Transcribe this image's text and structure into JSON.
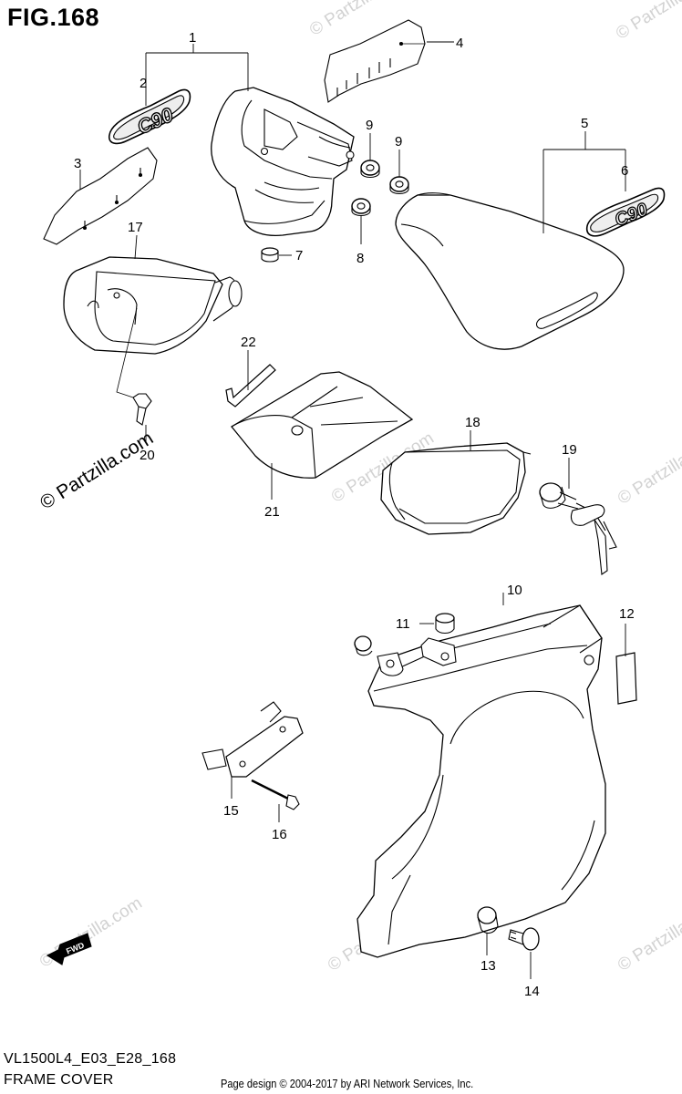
{
  "figure": {
    "title": "FIG.168",
    "model_code": "VL1500L4_E03_E28_168",
    "name": "FRAME COVER",
    "copyright": "Page design © 2004-2017 by ARI Network Services, Inc."
  },
  "watermark": {
    "text": "© Partzilla.com"
  },
  "fwd_label": "FWD",
  "badge_text": "C90",
  "callouts": [
    "1",
    "2",
    "3",
    "4",
    "5",
    "6",
    "7",
    "8",
    "9",
    "9",
    "10",
    "11",
    "12",
    "13",
    "14",
    "15",
    "16",
    "17",
    "18",
    "19",
    "20",
    "21",
    "22"
  ]
}
